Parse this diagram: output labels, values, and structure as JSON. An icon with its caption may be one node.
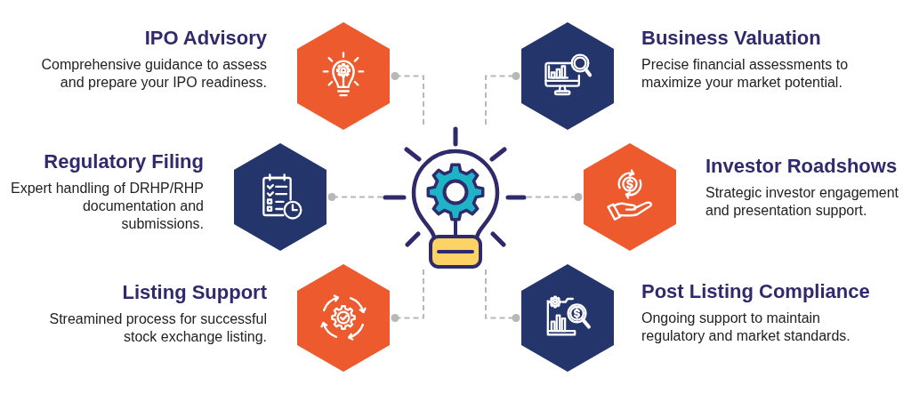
{
  "diagram": {
    "nodes": [
      {
        "text": [
          "IPO Advisory",
          "Comprehensive guidance to assess and prepare your IPO readiness."
        ]
      },
      {
        "text": [
          "Business Valuation",
          "Precise financial assessments to maximize your market potential."
        ]
      },
      {
        "text": [
          "Regulatory Filing",
          "Expert handling of DRHP/RHP documentation and submissions."
        ]
      },
      {
        "text": [],
        "shape": "picture"
      },
      {
        "text": [
          "Investor Roadshows",
          "Strategic investor engagement and presentation support."
        ]
      },
      {
        "text": [
          "Listing Support",
          "Streamined process for successful stock exchange listing."
        ]
      },
      {
        "text": [
          "Post Listing Compliance",
          "Ongoing support to maintain regulatory and market standards."
        ]
      }
    ],
    "edges": [
      {
        "from": 3,
        "to": 0,
        "arrow": "other",
        "style": "dashed"
      },
      {
        "from": 3,
        "to": 1,
        "arrow": "other",
        "style": "dashed"
      },
      {
        "from": 3,
        "to": 2,
        "arrow": "other",
        "style": "dashed"
      },
      {
        "from": 3,
        "to": 4,
        "arrow": "other",
        "style": "dashed"
      },
      {
        "from": 3,
        "to": 5,
        "arrow": "other",
        "style": "dashed"
      },
      {
        "from": 3,
        "to": 6,
        "arrow": "other",
        "style": "dashed"
      }
    ]
  }
}
